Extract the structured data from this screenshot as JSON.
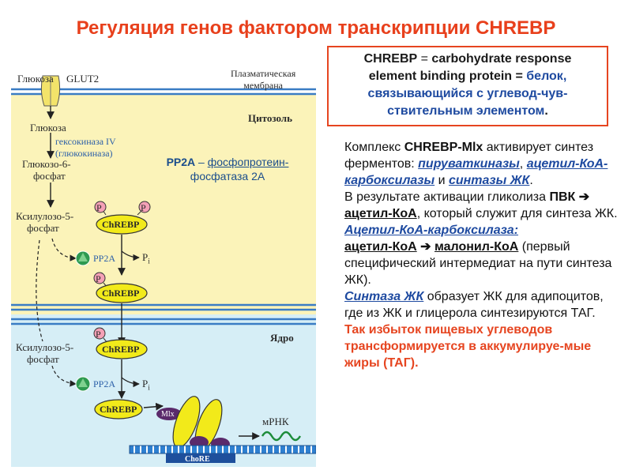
{
  "title": "Регуляция генов фактором транскрипции CHREBP",
  "diagram": {
    "glucose_outside": "Глюкоза",
    "glut2": "GLUT2",
    "membrane_1": "Плазматическая",
    "membrane_2": "мембрана",
    "cytosol": "Цитозоль",
    "glucose_inside": "Глюкоза",
    "hexokinase_1": "гексокиназа IV",
    "hexokinase_2": "(глюкокиназа)",
    "g6p_1": "Глюкозо-6-",
    "g6p_2": "фосфат",
    "x5p_1": "Ксилулозо-5-",
    "x5p_2": "фосфат",
    "x5p_nuc_1": "Ксилулозо-5-",
    "x5p_nuc_2": "фосфат",
    "chrebp": "ChREBP",
    "p": "P",
    "pp2a": "PP2A",
    "pi": "P",
    "pi_sub": "i",
    "nucleus": "Ядро",
    "mlx": "Mlx",
    "mrna": "мРНК",
    "chore": "ChoRE",
    "pp2a_note_abbr": "PP2A",
    "pp2a_note_dash": " – ",
    "pp2a_note_1": "фосфопротеин-",
    "pp2a_note_2": "фосфатаза 2А"
  },
  "definition": {
    "term": "CHREBP",
    "eq": " = ",
    "english_1": "carbohydrate response",
    "english_2": "element binding protein",
    "eq2": " = ",
    "russian_1": "белок,",
    "russian_2": "связывающийся с углевод-чув-",
    "russian_3": "ствительным элементом",
    "end": "."
  },
  "body": {
    "p1_a": "Комплекс ",
    "p1_b": "CHREBP-Mlx",
    "p1_c": " активирует синтез ферментов: ",
    "p1_d": "пируваткиназы",
    "p1_e": ", ",
    "p1_f": "ацетил-КоА-карбоксилазы",
    "p1_g": " и ",
    "p1_h": "синтазы ЖК",
    "p1_i": ".",
    "p2_a": "В результате активации гликолиза ",
    "p2_b": "ПВК",
    "p2_arrow": " ➔ ",
    "p2_c": "ацетил-КоА",
    "p2_d": ", который служит для синтеза ЖК.",
    "p3_a": "Ацетил-КоА-карбоксилаза:",
    "p3_b": "ацетил-КоА",
    "p3_arrow": " ➔ ",
    "p3_c": "малонил-КоА",
    "p3_d": " (первый специфический интермедиат на пути синтеза ЖК).",
    "p4_a": "Синтаза ЖК",
    "p4_b": " образует ЖК для адипоцитов, где из ЖК и глицерола синтезируются ТАГ.",
    "p5": "Так избыток пищевых углеводов трансформируется в аккумулируе-мые жиры (ТАГ)."
  },
  "colors": {
    "title": "#e8401c",
    "accent_blue": "#1e4aa0",
    "cytosol_bg": "#fbf3b9",
    "nucleus_bg": "#d6eef6",
    "chrebp_fill": "#f2ea1a",
    "mlx_fill": "#5a2a6b",
    "p_fill": "#f4a0b6",
    "pp2a_fill": "#2e9a50"
  }
}
